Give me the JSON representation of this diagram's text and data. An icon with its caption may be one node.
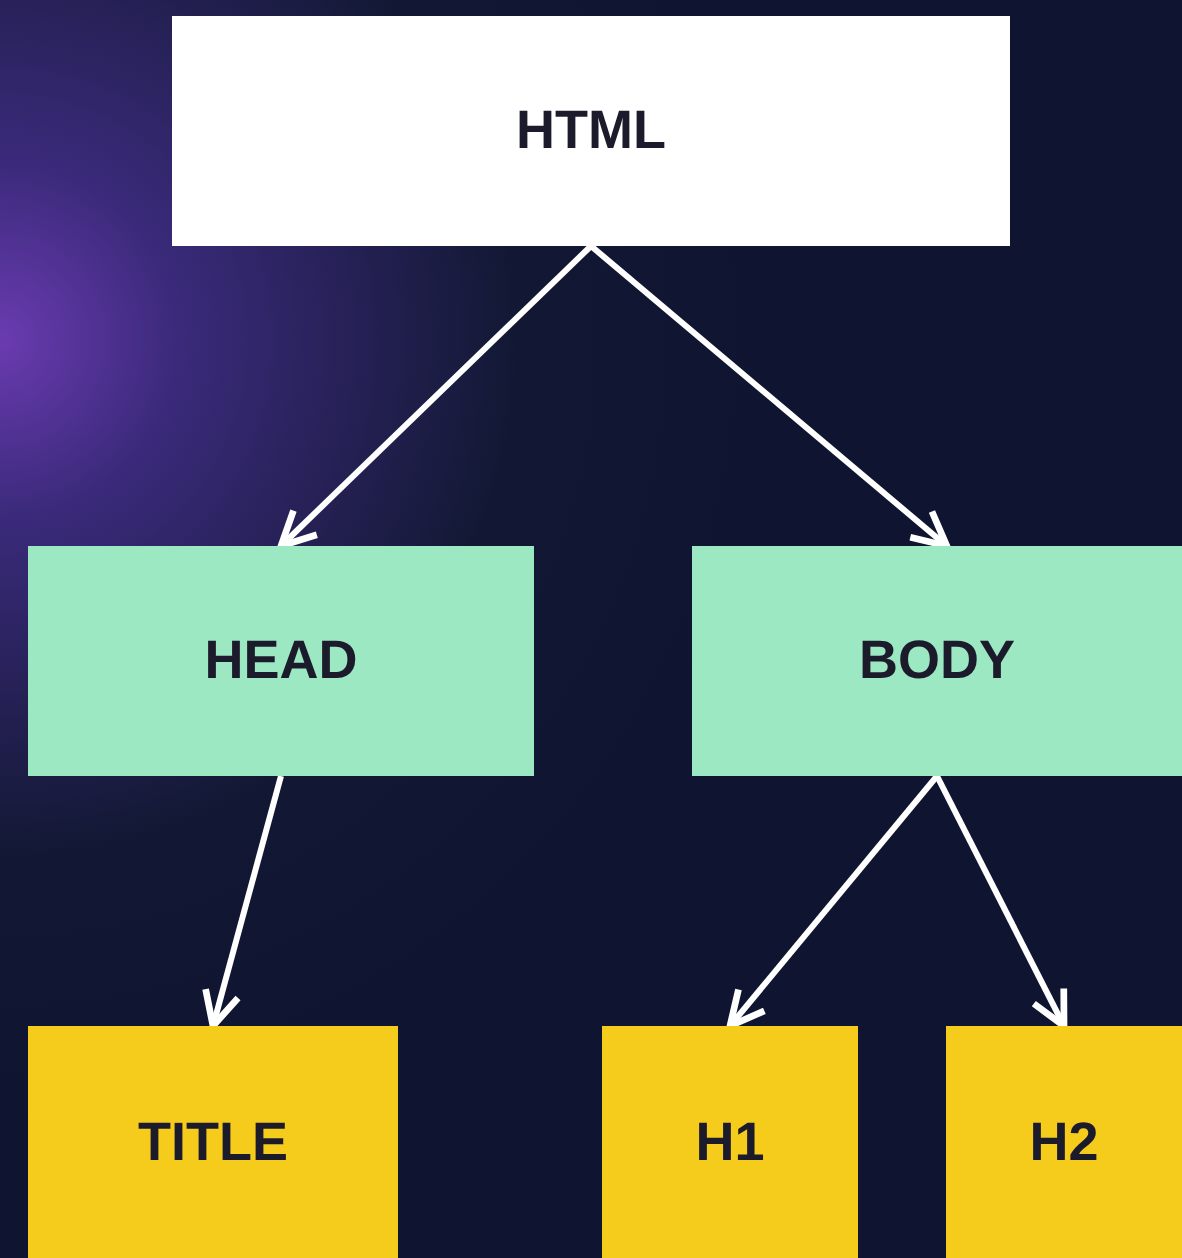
{
  "diagram": {
    "nodes": [
      {
        "text": [
          "HTML"
        ]
      },
      {
        "text": [
          "HEAD"
        ]
      },
      {
        "text": [
          "BODY"
        ]
      },
      {
        "text": [
          "TITLE"
        ]
      },
      {
        "text": [
          "H1"
        ]
      },
      {
        "text": [
          "H2"
        ]
      }
    ],
    "edges": [
      {
        "from": 0,
        "to": 1,
        "arrow": "to"
      },
      {
        "from": 0,
        "to": 2,
        "arrow": "to"
      },
      {
        "from": 1,
        "to": 3,
        "arrow": "to"
      },
      {
        "from": 2,
        "to": 4,
        "arrow": "to"
      },
      {
        "from": 2,
        "to": 5,
        "arrow": "to"
      }
    ]
  }
}
